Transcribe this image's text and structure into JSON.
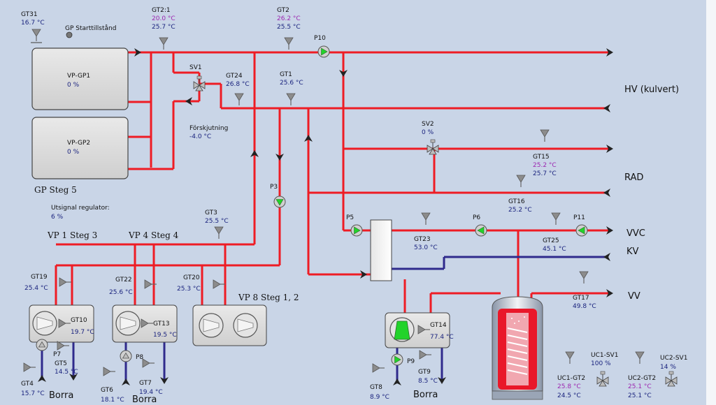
{
  "colors": {
    "background": "#c9d5e7",
    "pipe": "#ee1c24",
    "cold_pipe": "#2f2a8c",
    "pump_on": "#22d32a",
    "tank_red": "#e9182a"
  },
  "labels": {
    "gt31": "GT31",
    "gt31_v": "16.7 °C",
    "gp_start": "GP Starttillstånd",
    "gt2_1": "GT2:1",
    "gt2_1_sp": "20.0 °C",
    "gt2_1_v": "25.7 °C",
    "gt2": "GT2",
    "gt2_sp": "26.2 °C",
    "gt2_v": "25.5 °C",
    "p10": "P10",
    "vpgp1": "VP-GP1",
    "vpgp1_v": "0 %",
    "vpgp2": "VP-GP2",
    "vpgp2_v": "0 %",
    "sv1": "SV1",
    "gt24": "GT24",
    "gt24_v": "26.8 °C",
    "gt1": "GT1",
    "gt1_v": "25.6 °C",
    "hv": "HV (kulvert)",
    "forsk": "Förskjutning",
    "forsk_v": "-4.0 °C",
    "sv2": "SV2",
    "sv2_v": "0 %",
    "gt15": "GT15",
    "gt15_sp": "25.2 °C",
    "gt15_v": "25.7 °C",
    "rad": "RAD",
    "gt16": "GT16",
    "gt16_v": "25.2 °C",
    "gp_steg5": "GP Steg 5",
    "utsignal": "Utsignal regulator:",
    "utsignal_v": "6 %",
    "p3": "P3",
    "gt3": "GT3",
    "gt3_v": "25.5 °C",
    "vp1": "VP 1 Steg 3",
    "vp4": "VP 4 Steg 4",
    "vp8": "VP 8 Steg 1, 2",
    "p5": "P5",
    "gt23": "GT23",
    "gt23_v": "53.0 °C",
    "p6": "P6",
    "p11": "P11",
    "gt25": "GT25",
    "gt25_v": "45.1 °C",
    "vvc": "VVC",
    "kv": "KV",
    "vv": "VV",
    "gt17": "GT17",
    "gt17_v": "49.8 °C",
    "gt19": "GT19",
    "gt19_v": "25.4 °C",
    "gt22": "GT22",
    "gt22_v": "25.6 °C",
    "gt20": "GT20",
    "gt20_v": "25.3 °C",
    "gt10": "GT10",
    "gt10_v": "19.7 °C",
    "gt13": "GT13",
    "gt13_v": "19.5 °C",
    "gt14": "GT14",
    "gt14_v": "77.4 °C",
    "p7": "P7",
    "gt5": "GT5",
    "gt5_v": "14.5 °C",
    "gt4": "GT4",
    "gt4_v": "15.7 °C",
    "borra": "Borra",
    "p8": "P8",
    "gt6": "GT6",
    "gt6_v": "18.1 °C",
    "gt7": "GT7",
    "gt7_v": "19.4 °C",
    "p9": "P9",
    "gt9": "GT9",
    "gt9_v": "8.5 °C",
    "gt8": "GT8",
    "gt8_v": "8.9 °C",
    "uc1gt2": "UC1-GT2",
    "uc1gt2_sp": "25.8 °C",
    "uc1gt2_v": "24.5 °C",
    "uc1sv1": "UC1-SV1",
    "uc1sv1_v": "100 %",
    "uc2gt2": "UC2-GT2",
    "uc2gt2_sp": "25.1 °C",
    "uc2gt2_v": "25.1 °C",
    "uc2sv1": "UC2-SV1",
    "uc2sv1_v": "14 %"
  }
}
